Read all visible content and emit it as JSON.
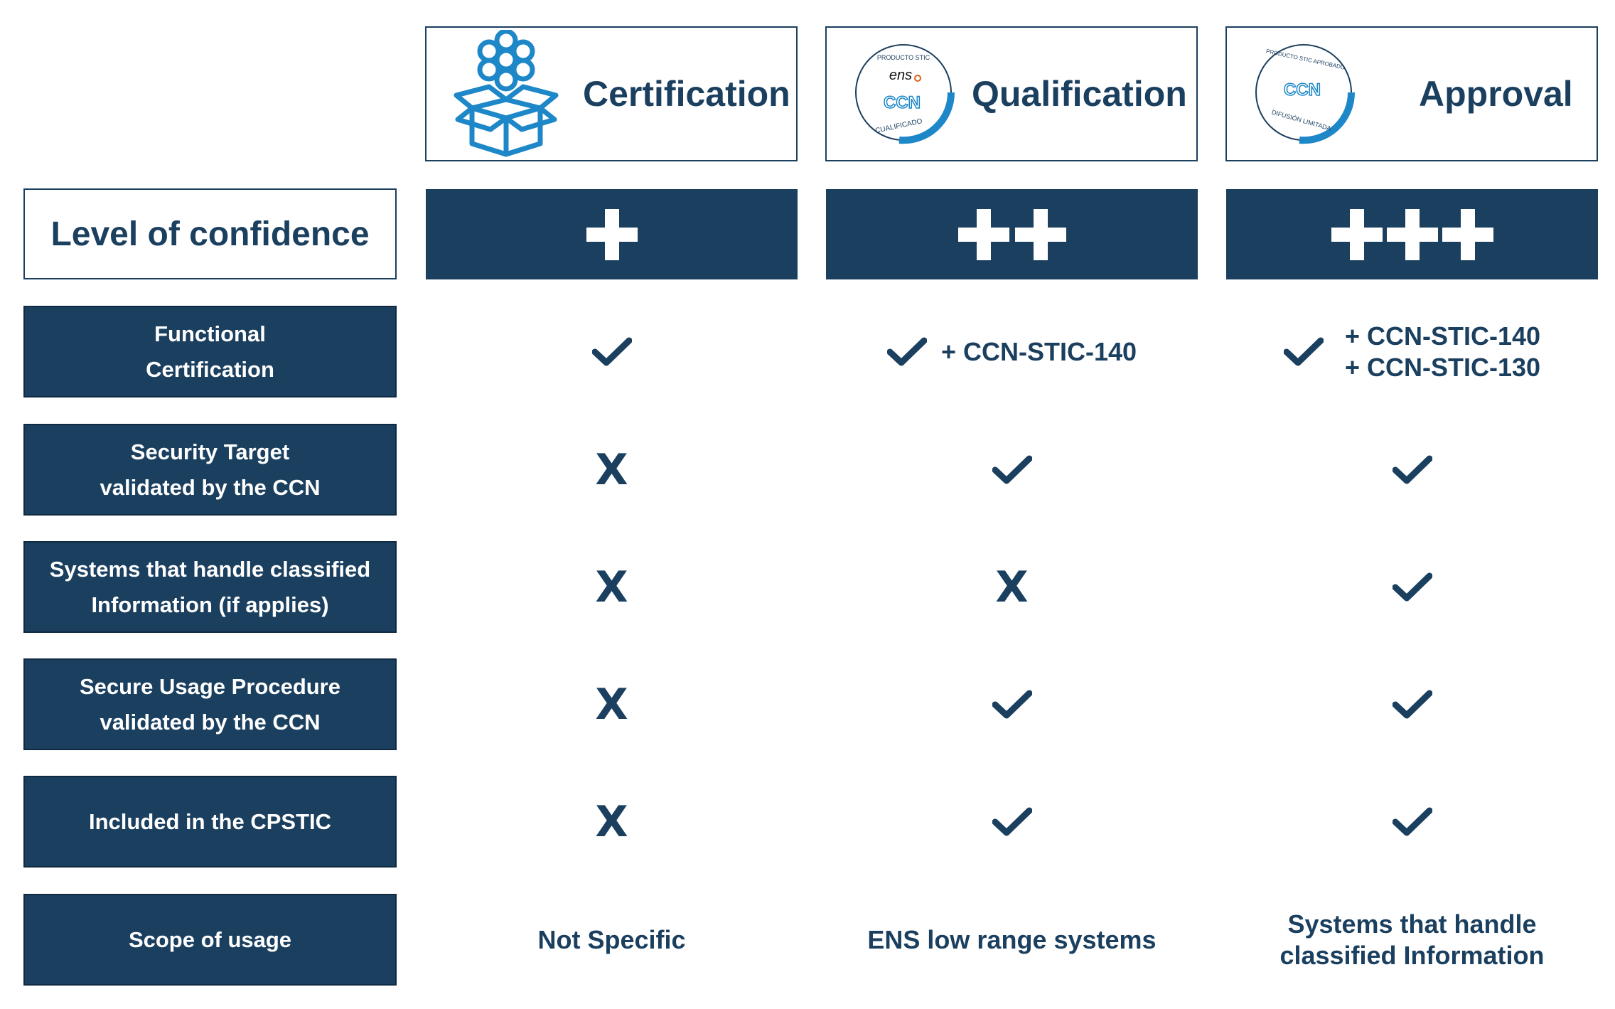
{
  "colors": {
    "navy": "#1b3f5f",
    "accent_blue": "#1d87c8",
    "white": "#ffffff"
  },
  "columns": [
    {
      "title": "Certification",
      "icon": "flower-box-icon"
    },
    {
      "title": "Qualification",
      "icon": "ccn-qualified-seal-icon",
      "seal": {
        "top_text": "PRODUCTO STIC",
        "middle_text": "ens",
        "logo_text": "CCN",
        "bottom_text": "CUALIFICADO"
      }
    },
    {
      "title": "Approval",
      "icon": "ccn-approved-seal-icon",
      "seal": {
        "top_text": "PRODUCTO STIC APROBADO",
        "logo_text": "CCN",
        "bottom_text": "DIFUSIÓN LIMITADA"
      }
    }
  ],
  "level_of_confidence": {
    "label": "Level of confidence",
    "levels": [
      "+",
      "++",
      "+++"
    ]
  },
  "rows": [
    {
      "label_lines": [
        "Functional",
        "Certification"
      ],
      "cells": [
        {
          "mark": "check"
        },
        {
          "mark": "check",
          "notes": [
            "+ CCN-STIC-140"
          ]
        },
        {
          "mark": "check",
          "notes": [
            "+ CCN-STIC-140",
            "+ CCN-STIC-130"
          ]
        }
      ]
    },
    {
      "label_lines": [
        "Security Target",
        "validated by the CCN"
      ],
      "cells": [
        {
          "mark": "x",
          "text": "X"
        },
        {
          "mark": "check"
        },
        {
          "mark": "check"
        }
      ]
    },
    {
      "label_lines": [
        "Systems that handle classified",
        "Information (if applies)"
      ],
      "cells": [
        {
          "mark": "x",
          "text": "X"
        },
        {
          "mark": "x",
          "text": "X"
        },
        {
          "mark": "check"
        }
      ]
    },
    {
      "label_lines": [
        "Secure Usage Procedure",
        "validated by the CCN"
      ],
      "cells": [
        {
          "mark": "x",
          "text": "X"
        },
        {
          "mark": "check"
        },
        {
          "mark": "check"
        }
      ]
    },
    {
      "label_lines": [
        "Included in the CPSTIC"
      ],
      "cells": [
        {
          "mark": "x",
          "text": "X"
        },
        {
          "mark": "check"
        },
        {
          "mark": "check"
        }
      ]
    },
    {
      "label_lines": [
        "Scope of usage"
      ],
      "cells": [
        {
          "mark": "text",
          "lines": [
            "Not Specific"
          ]
        },
        {
          "mark": "text",
          "lines": [
            "ENS low range systems"
          ]
        },
        {
          "mark": "text",
          "lines": [
            "Systems that handle",
            "classified Information"
          ]
        }
      ]
    }
  ]
}
